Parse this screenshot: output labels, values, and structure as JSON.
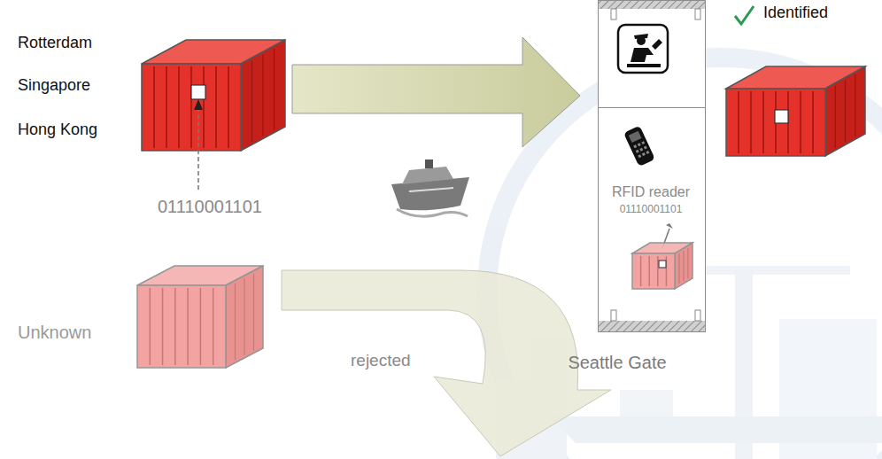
{
  "diagram": {
    "nodes": [
      {
        "text": [
          "Seattle Gate"
        ]
      },
      {
        "text": [
          "RFID reader",
          "01110001101"
        ],
        "in": 0
      }
    ],
    "labels": [
      "Rotterdam",
      "Singapore",
      "Hong Kong",
      "01110001101",
      "Identified",
      "Unknown",
      "rejected"
    ]
  }
}
